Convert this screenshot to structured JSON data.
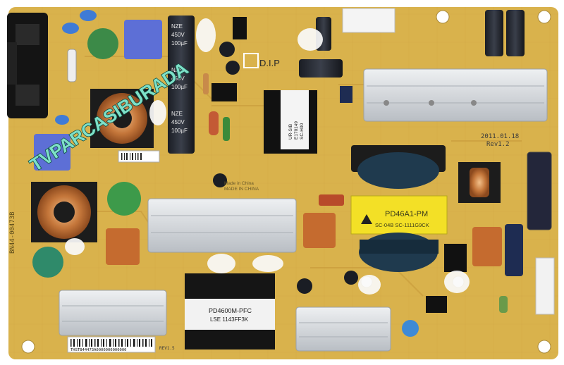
{
  "watermark": {
    "text": "TVPARCASIBURADA"
  },
  "transformer_main": {
    "line1": "PD46A1-PM",
    "line2": "SC-04B  SC-1111G9CK"
  },
  "transformer_pfc": {
    "line1": "PD4600M-PFC",
    "line2": "LSE 1143FF3K"
  },
  "transformer_small": {
    "line1": "UR-SIB",
    "line2": "E170149",
    "line3": "SC-H00"
  },
  "dip_marker": {
    "text": "D.I.P"
  },
  "date_code": {
    "line1": "2011.01.18",
    "line2": "Rev1.2"
  },
  "model_label": {
    "text": "BN44-00473B"
  },
  "serial_label": {
    "text": "THSTB44473A0000000000000"
  },
  "rev_label": {
    "text": "REV1.5"
  },
  "capacitor_text": {
    "brand": "NZE",
    "voltage": "450V",
    "capacitance": "100µF"
  },
  "made_in": {
    "line1": "Made in China",
    "line2": "MADE IN CHINA"
  },
  "colors": {
    "board": "#d9b24c",
    "board_light": "#e4c264",
    "trace": "#c79a3a",
    "heatsink": "#d6dade",
    "transformer_yellow": "#f3e026",
    "ferrite": "#1f3a4e",
    "watermark": "#7ee0c8",
    "watermark_outline": "#0e4c40"
  }
}
